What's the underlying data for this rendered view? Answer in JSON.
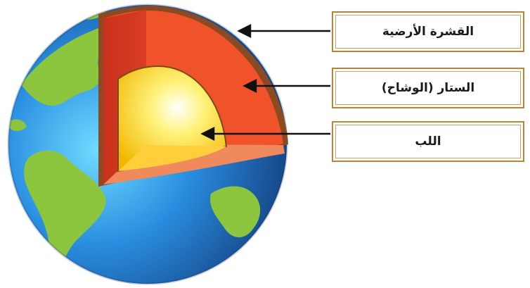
{
  "labels": {
    "crust": "القشرة الأرضية",
    "mantle": "الستار (الوشاح)",
    "core": "اللب"
  },
  "colors": {
    "ocean": "#2a7fd1",
    "land": "#8cc63f",
    "crust": "#8b4a22",
    "mantle": "#f0522a",
    "core": "#ffd22a",
    "box_border": "#b8863b"
  }
}
